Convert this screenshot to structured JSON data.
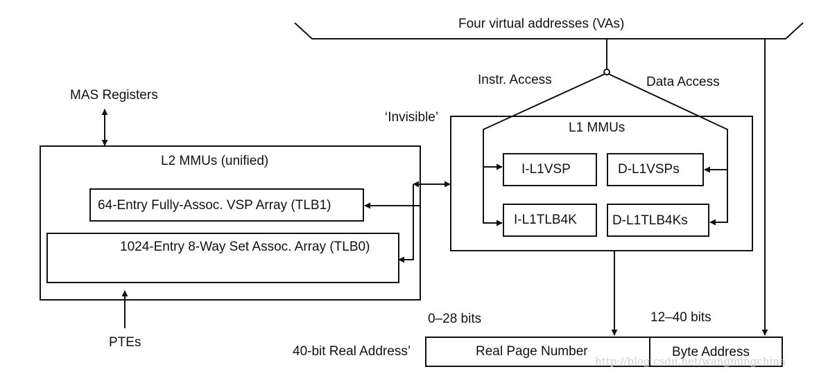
{
  "labels": {
    "four_vas": "Four virtual addresses (VAs)",
    "instr_access": "Instr. Access",
    "data_access": "Data Access",
    "mas_registers": "MAS Registers",
    "invisible": "‘Invisible’",
    "l1_mmus": "L1 MMUs",
    "l2_mmus": "L2 MMUs (unified)",
    "tlb1": "64-Entry Fully-Assoc. VSP Array (TLB1)",
    "tlb0": "1024-Entry 8-Way Set Assoc. Array (TLB0)",
    "i_l1vsp": "I-L1VSP",
    "d_l1vsps": "D-L1VSPs",
    "i_l1tlb4k": "I-L1TLB4K",
    "d_l1tlb4ks": "D-L1TLB4Ks",
    "ptes": "PTEs",
    "bits_0_28": "0–28 bits",
    "bits_12_40": "12–40 bits",
    "real_address": "40-bit Real Address’",
    "real_page_number": "Real Page Number",
    "byte_address": "Byte Address"
  },
  "watermark": "http://blog.csdn.net/wangmingchina",
  "colors": {
    "stroke": "#111111",
    "text": "#111111",
    "watermark": "#cfcfcf"
  }
}
